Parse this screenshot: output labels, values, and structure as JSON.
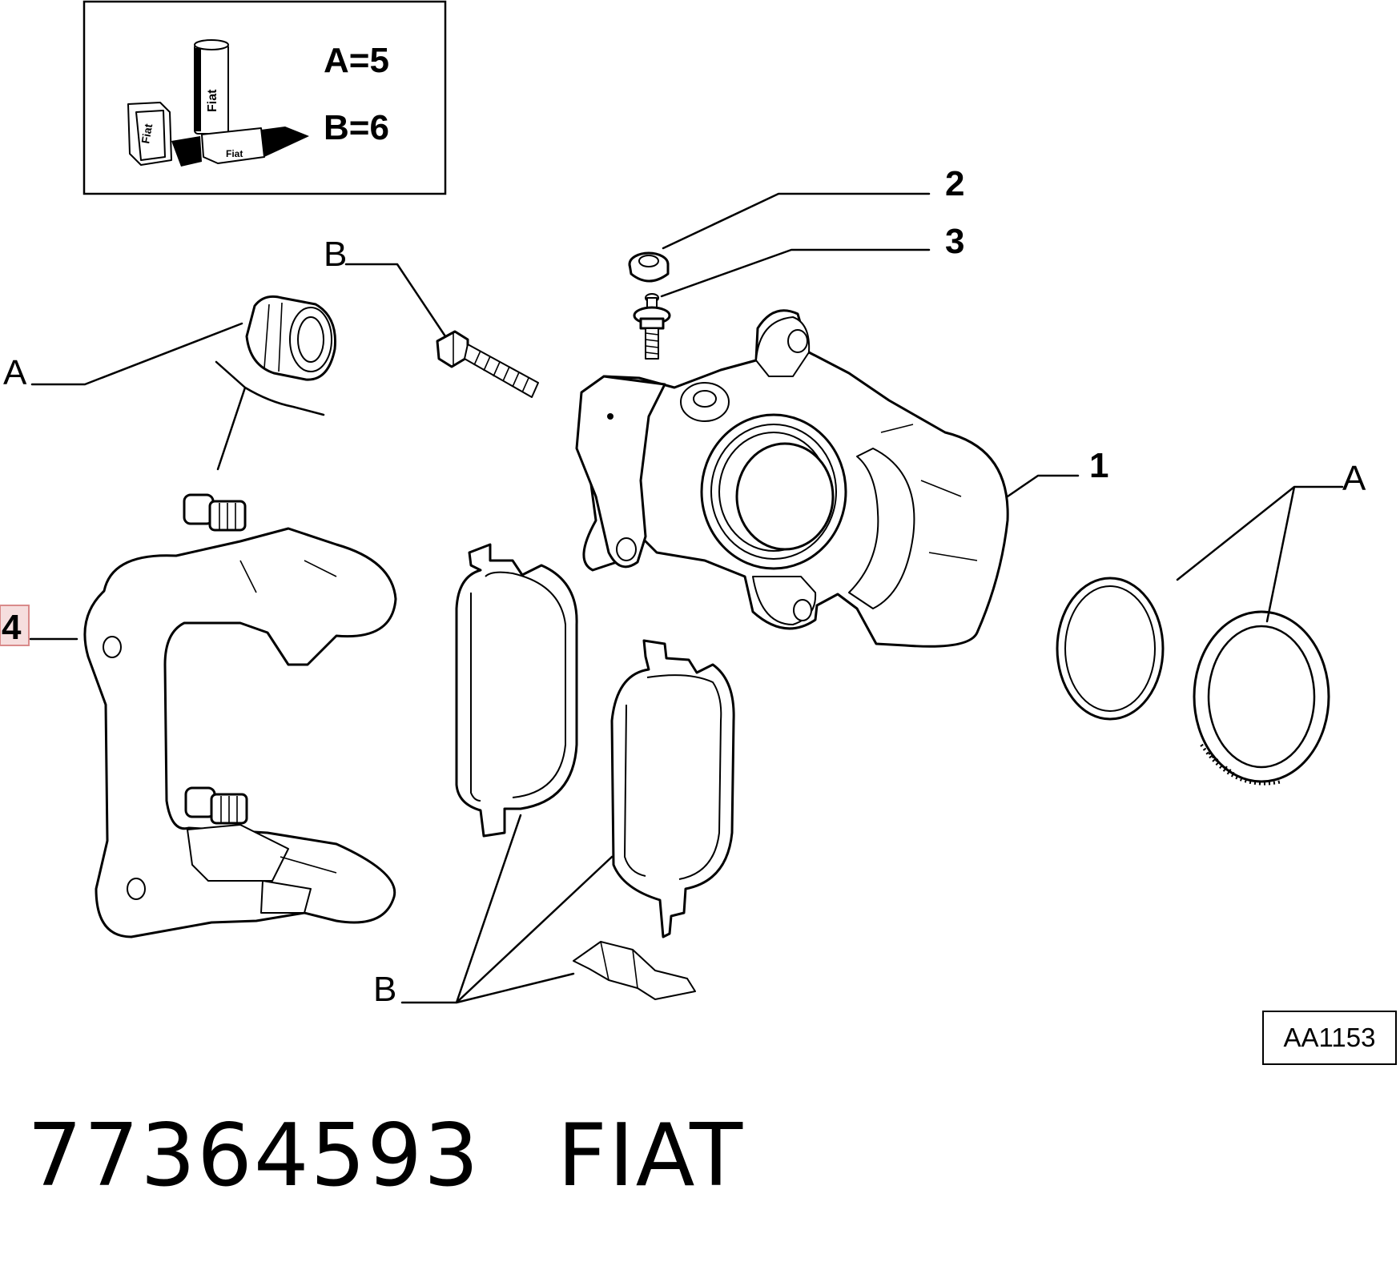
{
  "legend": {
    "line_a": "A=5",
    "line_b": "B=6",
    "tube_text": "Fiat"
  },
  "callouts": {
    "c1": "1",
    "c2": "2",
    "c3": "3",
    "c4": "4",
    "a_left": "A",
    "a_right": "A",
    "b_top": "B",
    "b_bottom": "B"
  },
  "reference_code": "AA1153",
  "caption": {
    "part_number": "77364593",
    "brand": "FIAT"
  },
  "colors": {
    "ink": "#000000",
    "background": "#ffffff",
    "highlight_fill": "#f6dede",
    "highlight_stroke": "#d98a8a",
    "highlight_text": "#7a3a3a"
  }
}
